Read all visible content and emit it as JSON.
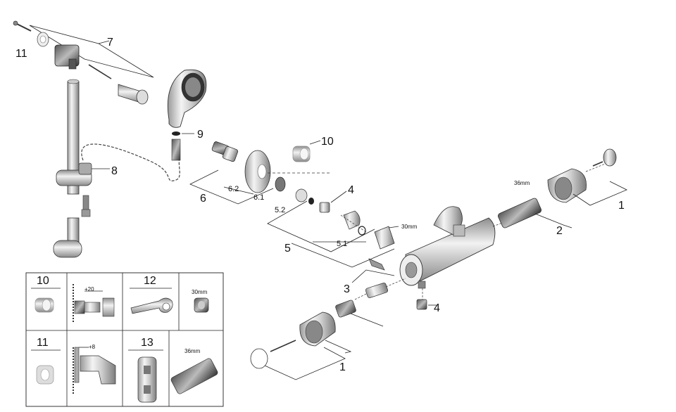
{
  "callouts": {
    "c1_top": "1",
    "c1_bottom": "1",
    "c2": "2",
    "c3": "3",
    "c4_top": "4",
    "c4_bottom": "4",
    "c5": "5",
    "c6": "6",
    "c7": "7",
    "c8": "8",
    "c9": "9",
    "c10": "10",
    "c11": "11",
    "sub_52": "5.2",
    "sub_51": "5.1",
    "sub_62": "6.2",
    "sub_61": "6.1"
  },
  "sizes": {
    "nut_30mm": "30mm",
    "cartridge_36mm": "36mm"
  },
  "legend": {
    "cell_10": "10",
    "cell_12": "12",
    "cell_11": "11",
    "cell_13": "13",
    "dim_plus20": "+20",
    "dim_plus8": "+8",
    "size_30mm": "30mm",
    "size_36mm": "36mm"
  }
}
